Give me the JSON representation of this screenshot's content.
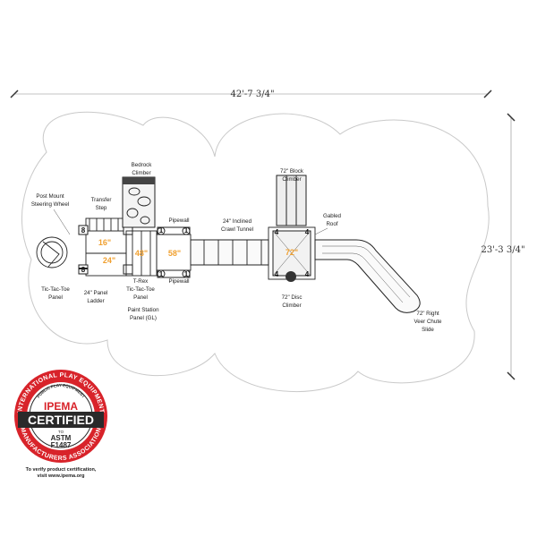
{
  "dimensions": {
    "width": "42'-7 3/4\"",
    "height": "23'-3 3/4\""
  },
  "labels": {
    "post_mount_steering_wheel": [
      "Post Mount",
      "Steering Wheel"
    ],
    "transfer_step": [
      "Transfer",
      "Step"
    ],
    "bedrock_climber": [
      "Bedrock",
      "Climber"
    ],
    "pipewall_top": "Pipewall",
    "pipewall_bottom": "Pipewall",
    "inclined_crawl_tunnel": [
      "24\" Inclined",
      "Crawl Tunnel"
    ],
    "block_climber": [
      "72\" Block",
      "Climber"
    ],
    "gabled_roof": [
      "Gabled",
      "Roof"
    ],
    "tic_tac_toe_panel_left": [
      "Tic-Tac-Toe",
      "Panel"
    ],
    "panel_ladder": [
      "24\" Panel",
      "Ladder"
    ],
    "t_rex_panel": [
      "T-Rex",
      "Tic-Tac-Toe",
      "Panel"
    ],
    "paint_station": [
      "Paint Station",
      "Panel (GL)"
    ],
    "disc_climber": [
      "72\" Disc",
      "Climber"
    ],
    "veer_chute_slide": [
      "72\" Right",
      "Veer Chute",
      "Slide"
    ]
  },
  "deck_heights": {
    "deck_16": "16\"",
    "deck_24": "24\"",
    "deck_48": "48\"",
    "deck_58": "58\"",
    "deck_72": "72\""
  },
  "post_numbers": {
    "n8": "8",
    "n1": "1",
    "n4": "4"
  },
  "badge": {
    "ring_top": "INTERNATIONAL PLAY EQUIPMENT",
    "ring_bottom": "MANUFACTURERS ASSOCIATION",
    "inner_top": "PUBLIC PLAY EQUIPMENT",
    "brand": "IPEMA",
    "certified": "CERTIFIED",
    "to": "TO",
    "standard_line1": "ASTM",
    "standard_line2": "F1487",
    "footnote_line1": "To verify product certification,",
    "footnote_line2": "visit www.ipema.org"
  },
  "colors": {
    "deck_height_text": "#f0a030",
    "badge_red": "#d8232a",
    "badge_dark": "#2a2a2a"
  }
}
